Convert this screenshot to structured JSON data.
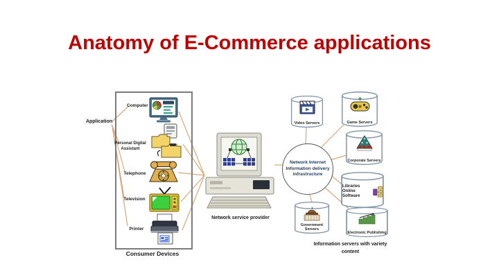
{
  "slide": {
    "title": "Anatomy of E-Commerce applications"
  },
  "colors": {
    "title_red": "#C00000",
    "connector": "#D9A87A"
  },
  "consumer": {
    "application_label": "Application",
    "devices": [
      {
        "label": "Computer"
      },
      {
        "label": "Personal Digital Assistant"
      },
      {
        "label": "Telephone"
      },
      {
        "label": "Television"
      },
      {
        "label": "Printer"
      }
    ],
    "caption": "Consumer Devices"
  },
  "provider": {
    "caption": "Network service provider"
  },
  "hub": {
    "label": "Network Internet\nInformation delivery\ninfrastructure"
  },
  "servers": [
    {
      "label": "Video Servers"
    },
    {
      "label": "Game Servers"
    },
    {
      "label": "Corporate Servers"
    },
    {
      "label": "Libraries Online Software"
    },
    {
      "label": "Government Servers"
    },
    {
      "label": "Electronic Publishing"
    }
  ],
  "servers_caption": "Information servers with variety content"
}
